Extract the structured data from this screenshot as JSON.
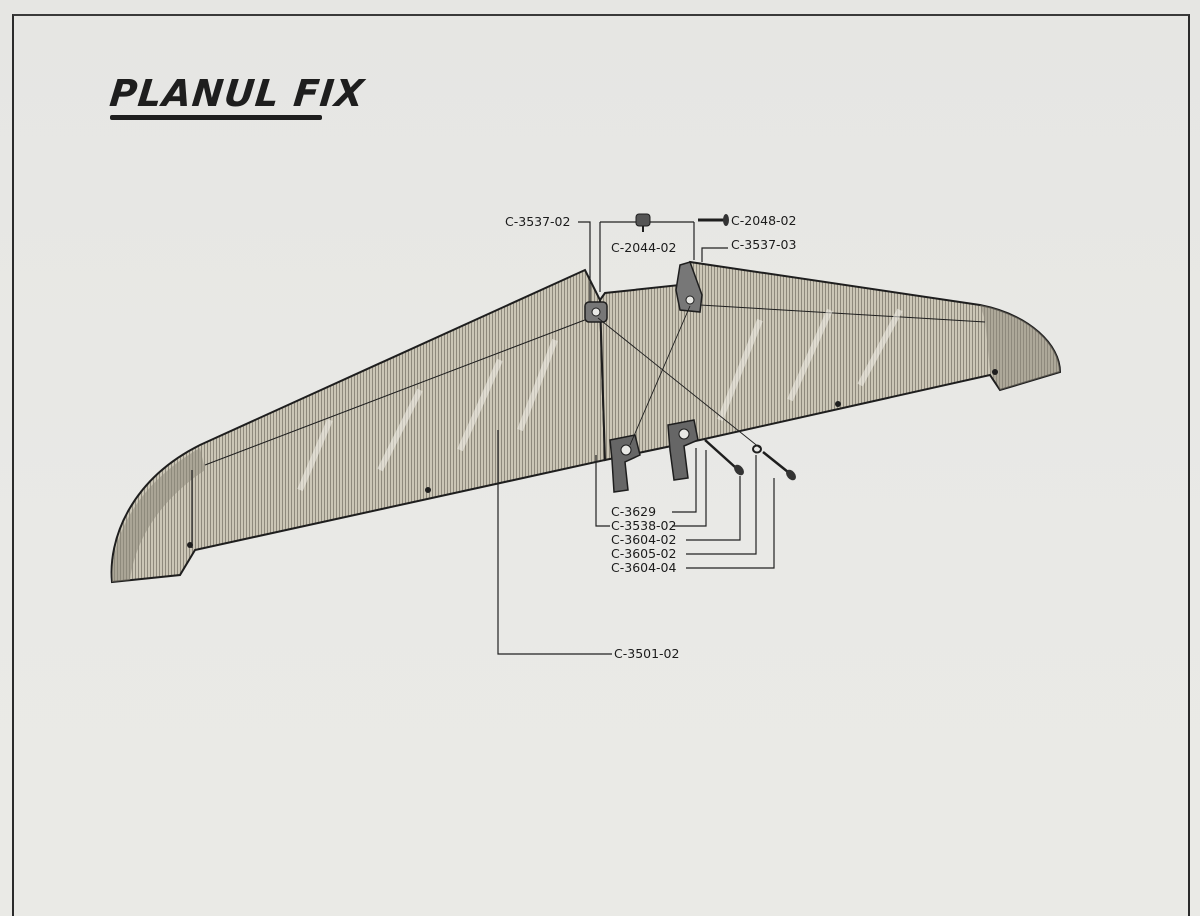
{
  "title": "PLANUL FIX",
  "parts": {
    "c3537_02": "C-3537-02",
    "c2044_02": "C-2044-02",
    "c2048_02": "C-2048-02",
    "c3537_03": "C-3537-03",
    "c3629": "C-3629",
    "c3538_02": "C-3538-02",
    "c3604_02": "C-3604-02",
    "c3605_02": "C-3605-02",
    "c3604_04": "C-3604-04",
    "c3501_02": "C-3501-02"
  },
  "colors": {
    "paper": "#e8e8e5",
    "ink": "#1e1e1e",
    "surface": "#c9c4b4"
  }
}
